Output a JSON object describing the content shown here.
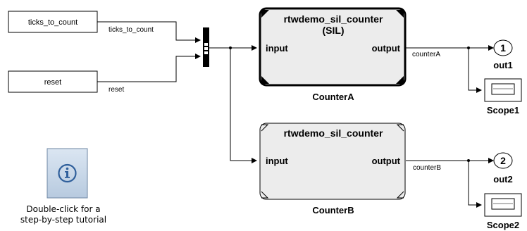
{
  "inputs": {
    "ticks_to_count": {
      "block_label": "ticks_to_count",
      "signal_label": "ticks_to_count"
    },
    "reset": {
      "block_label": "reset",
      "signal_label": "reset"
    }
  },
  "counterA": {
    "model": "rtwdemo_sil_counter",
    "mode": "(SIL)",
    "input_port": "input",
    "output_port": "output",
    "name": "CounterA",
    "signal_label": "counterA"
  },
  "counterB": {
    "model": "rtwdemo_sil_counter",
    "input_port": "input",
    "output_port": "output",
    "name": "CounterB",
    "signal_label": "counterB"
  },
  "outports": {
    "out1": {
      "number": "1",
      "name": "out1"
    },
    "out2": {
      "number": "2",
      "name": "out2"
    }
  },
  "scopes": {
    "scope1": {
      "name": "Scope1"
    },
    "scope2": {
      "name": "Scope2"
    }
  },
  "tutorial": {
    "icon": "info-icon",
    "caption_line1": "Double-click for a",
    "caption_line2": "step-by-step tutorial"
  },
  "colors": {
    "block_fill": "#ffffff",
    "model_fill": "#ececec",
    "tutorial_fill": "#c9d8e8",
    "tutorial_icon": "#2f5f9b"
  }
}
